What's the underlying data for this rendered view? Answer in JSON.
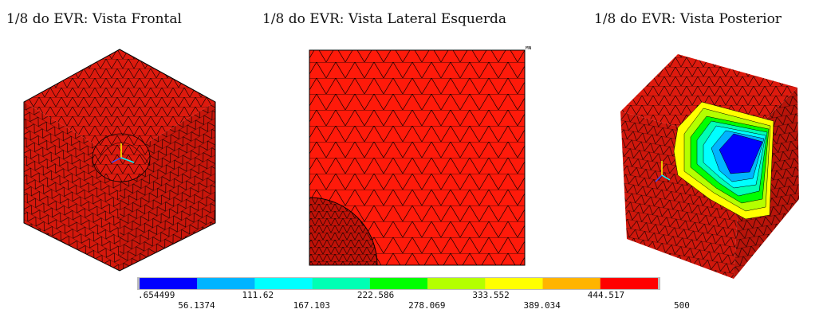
{
  "titles": {
    "front": "1/8 do EVR: Vista Frontal",
    "left": "1/8 do EVR: Vista Lateral Esquerda",
    "back": "1/8 do EVR: Vista Posterior"
  },
  "colorbar": {
    "colors": [
      "#0000ff",
      "#00b4ff",
      "#00ffff",
      "#00ffb4",
      "#00ff00",
      "#b4ff00",
      "#ffff00",
      "#ffb400",
      "#ff0000"
    ],
    "labels_top": [
      ".654499",
      "111.62",
      "222.586",
      "333.552",
      "444.517"
    ],
    "labels_bottom": [
      "56.1374",
      "167.103",
      "278.069",
      "389.034",
      "500"
    ]
  },
  "panel_tags": {
    "left_corner": "MN"
  }
}
